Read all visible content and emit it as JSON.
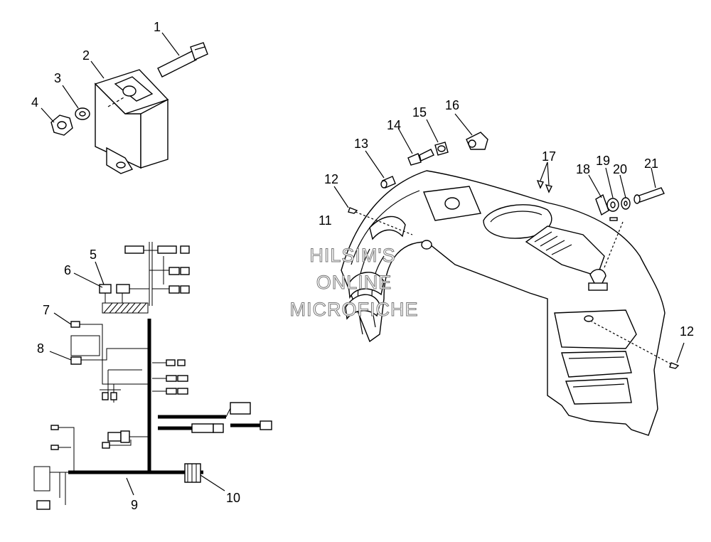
{
  "callouts": [
    {
      "id": "1",
      "label": "1"
    },
    {
      "id": "2",
      "label": "2"
    },
    {
      "id": "3",
      "label": "3"
    },
    {
      "id": "4",
      "label": "4"
    },
    {
      "id": "5",
      "label": "5"
    },
    {
      "id": "6",
      "label": "6"
    },
    {
      "id": "7",
      "label": "7"
    },
    {
      "id": "8",
      "label": "8"
    },
    {
      "id": "9",
      "label": "9"
    },
    {
      "id": "10",
      "label": "10"
    },
    {
      "id": "11",
      "label": "11"
    },
    {
      "id": "12a",
      "label": "12"
    },
    {
      "id": "12b",
      "label": "12"
    },
    {
      "id": "13",
      "label": "13"
    },
    {
      "id": "14",
      "label": "14"
    },
    {
      "id": "15",
      "label": "15"
    },
    {
      "id": "16",
      "label": "16"
    },
    {
      "id": "17",
      "label": "17"
    },
    {
      "id": "18",
      "label": "18"
    },
    {
      "id": "19",
      "label": "19"
    },
    {
      "id": "20",
      "label": "20"
    },
    {
      "id": "21",
      "label": "21"
    }
  ],
  "watermark": {
    "line1": "HILSIM'S",
    "line2": "ONLINE",
    "line3": "MICROFICHE",
    "stroke_color": "#777777"
  },
  "colors": {
    "ink": "#000000",
    "background": "#ffffff"
  }
}
